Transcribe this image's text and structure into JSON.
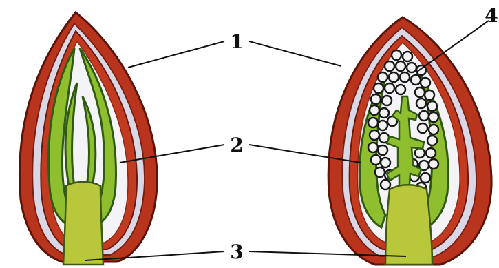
{
  "figure": {
    "labels": {
      "one": "1",
      "two": "2",
      "three": "3",
      "four": "4"
    }
  },
  "colors": {
    "scale_outer": "#b8341c",
    "scale_dark": "#7a1e10",
    "scale_highlight": "#d9d7e6",
    "leaf_green": "#8fbf2e",
    "leaf_dark": "#2e5a12",
    "stem_yellow": "#b9c83a",
    "flower_bud": "#f2f2f2",
    "line": "#111111"
  }
}
